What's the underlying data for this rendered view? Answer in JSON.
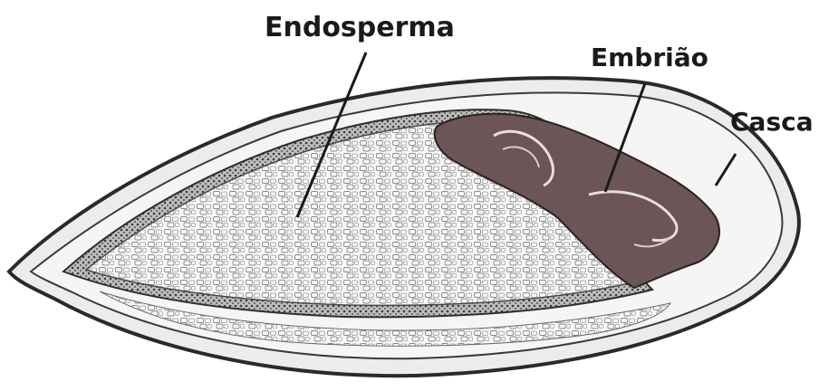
{
  "labels": {
    "endosperma": "Endosperma",
    "embriao": "Embrião",
    "casca": "Casca"
  },
  "colors": {
    "outline": "#2a2a2a",
    "shell_fill": "#ebebeb",
    "inner_fill": "#f4f4f4",
    "embryo_fill": "#6b5556",
    "background": "#ffffff"
  }
}
